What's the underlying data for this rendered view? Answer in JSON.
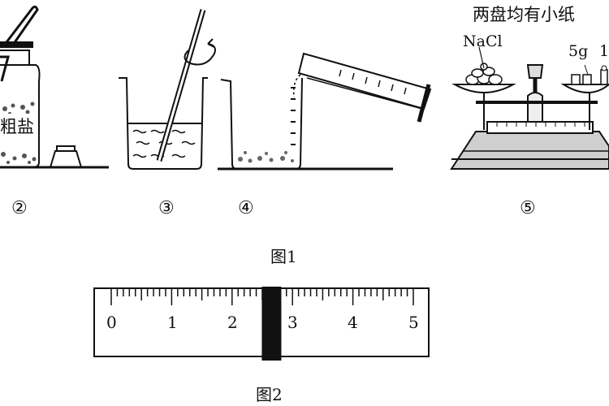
{
  "figure1": {
    "jar_label": "粗盐",
    "step_labels": [
      "②",
      "③",
      "④",
      "⑤"
    ],
    "balance_note": "两盘均有小纸",
    "left_pan_label": "NaCl",
    "right_pan_label_1": "5g",
    "right_pan_label_2": "1",
    "caption": "图1"
  },
  "figure2": {
    "ruler_numbers": [
      "0",
      "1",
      "2",
      "3",
      "4",
      "5"
    ],
    "caption": "图2",
    "rider_reading": 2.6
  }
}
